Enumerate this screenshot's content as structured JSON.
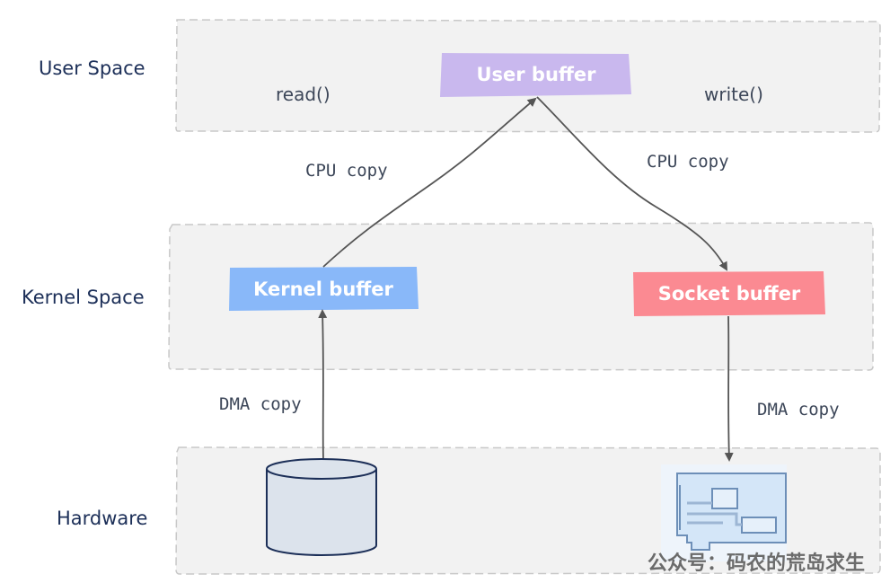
{
  "layers": {
    "user_space": "User Space",
    "kernel_space": "Kernel Space",
    "hardware": "Hardware"
  },
  "buffers": {
    "user": "User buffer",
    "kernel": "Kernel buffer",
    "socket": "Socket buffer"
  },
  "calls": {
    "read": "read()",
    "write": "write()"
  },
  "copies": {
    "cpu_left": "CPU copy",
    "cpu_right": "CPU copy",
    "dma_left": "DMA copy",
    "dma_right": "DMA copy"
  },
  "colors": {
    "panel": "#f2f2f2",
    "user_buffer": "#c9b8ee",
    "kernel_buffer": "#89b8f9",
    "socket_buffer": "#fb8a92",
    "arrow": "#555555",
    "disk_fill": "#dce3ec",
    "nic_fill": "#d4e6f8"
  },
  "icons": {
    "disk": "disk-cylinder-icon",
    "nic": "network-card-icon"
  },
  "watermark": "公众号：码农的荒岛求生"
}
